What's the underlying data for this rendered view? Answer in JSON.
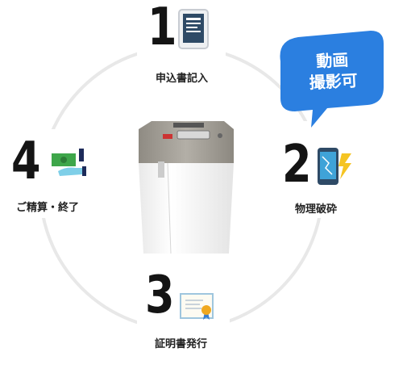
{
  "steps": [
    {
      "number": "1",
      "label": "申込書記入",
      "icon": "tablet-document-icon"
    },
    {
      "number": "2",
      "label": "物理破砕",
      "icon": "broken-phone-icon"
    },
    {
      "number": "3",
      "label": "証明書発行",
      "icon": "certificate-icon"
    },
    {
      "number": "4",
      "label": "ご精算・終了",
      "icon": "cash-hand-icon"
    }
  ],
  "badge": {
    "line1": "動画",
    "line2": "撮影可",
    "color": "#2b7fe0"
  },
  "colors": {
    "ring": "#e6e6e6",
    "number": "#141414",
    "machine_top": "#9e9a92",
    "machine_body": "#f4f4f4"
  }
}
